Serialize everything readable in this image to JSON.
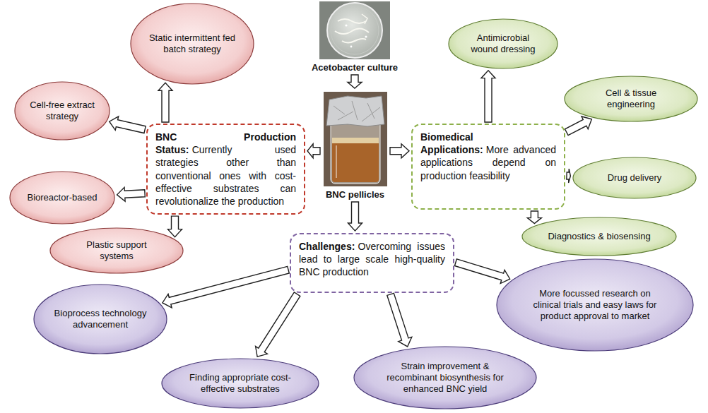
{
  "diagram": {
    "nodes": [
      {
        "text": [
          "Acetobacter culture"
        ]
      },
      {
        "text": [
          "BNC Production Status:",
          "Currently used strategies other than conventional ones with cost-effective substrates can revolutionalize the production"
        ]
      },
      {
        "text": [
          "BNC pellicles"
        ]
      },
      {
        "text": [
          "Biomedical Applications:",
          "More advanced applications depend on production feasibility"
        ]
      },
      {
        "text": [
          "Static intermittent fed batch strategy"
        ]
      },
      {
        "text": [
          "Cell-free extract strategy"
        ]
      },
      {
        "text": [
          "Bioreactor-based"
        ]
      },
      {
        "text": [
          "Plastic support systems"
        ]
      },
      {
        "text": [
          "Antimicrobial wound dressing"
        ]
      },
      {
        "text": [
          "Cell & tissue engineering"
        ]
      },
      {
        "text": [
          "Drug delivery"
        ]
      },
      {
        "text": [
          "Diagnostics & biosensing"
        ]
      },
      {
        "text": [
          "Challenges:",
          "Overcoming issues lead to large scale high-quality BNC production"
        ]
      },
      {
        "text": [
          "Bioprocess technology advancement"
        ]
      },
      {
        "text": [
          "Finding appropriate cost-effective substrates"
        ]
      },
      {
        "text": [
          "Strain improvement & recombinant biosynthesis for enhanced BNC yield"
        ]
      },
      {
        "text": [
          "More focussed research on clinical trials and easy laws for product approval to market"
        ]
      }
    ],
    "edges": [
      {
        "from": 0,
        "to": 2,
        "arrow": "to"
      },
      {
        "from": 2,
        "to": 1,
        "arrow": "to"
      },
      {
        "from": 2,
        "to": 3,
        "arrow": "to"
      },
      {
        "from": 2,
        "to": 12,
        "arrow": "to"
      },
      {
        "from": 1,
        "to": 4,
        "arrow": "to"
      },
      {
        "from": 1,
        "to": 5,
        "arrow": "to"
      },
      {
        "from": 1,
        "to": 6,
        "arrow": "to"
      },
      {
        "from": 1,
        "to": 7,
        "arrow": "to"
      },
      {
        "from": 3,
        "to": 8,
        "arrow": "to"
      },
      {
        "from": 3,
        "to": 9,
        "arrow": "to"
      },
      {
        "from": 3,
        "to": 10,
        "arrow": "to"
      },
      {
        "from": 3,
        "to": 11,
        "arrow": "to"
      },
      {
        "from": 12,
        "to": 13,
        "arrow": "to"
      },
      {
        "from": 12,
        "to": 14,
        "arrow": "to"
      },
      {
        "from": 12,
        "to": 15,
        "arrow": "to"
      },
      {
        "from": 12,
        "to": 16,
        "arrow": "to"
      }
    ]
  }
}
